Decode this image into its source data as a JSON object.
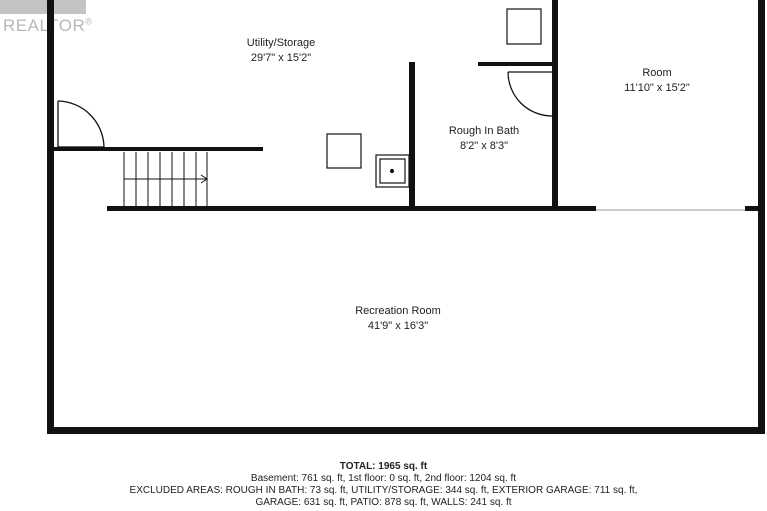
{
  "watermark": {
    "logo_text": "REALTOR",
    "reg_mark": "®"
  },
  "rooms": [
    {
      "name": "Utility/Storage",
      "dims": "29'7\" x 15'2\""
    },
    {
      "name": "Room",
      "dims": "11'10\" x 15'2\""
    },
    {
      "name": "Rough In Bath",
      "dims": "8'2\" x 8'3\""
    },
    {
      "name": "Recreation Room",
      "dims": "41'9\" x 16'3\""
    }
  ],
  "summary": {
    "total": "TOTAL: 1965 sq. ft",
    "floors": "Basement: 761 sq. ft, 1st floor: 0 sq. ft, 2nd floor: 1204 sq. ft",
    "excluded_1": "EXCLUDED AREAS: ROUGH IN BATH: 73 sq. ft, UTILITY/STORAGE: 344 sq. ft, EXTERIOR GARAGE: 711 sq. ft,",
    "excluded_2": "GARAGE: 631 sq. ft, PATIO: 878 sq. ft, WALLS: 241 sq. ft"
  },
  "colors": {
    "wall": "#111111",
    "watermark": "#bdbdbd"
  }
}
